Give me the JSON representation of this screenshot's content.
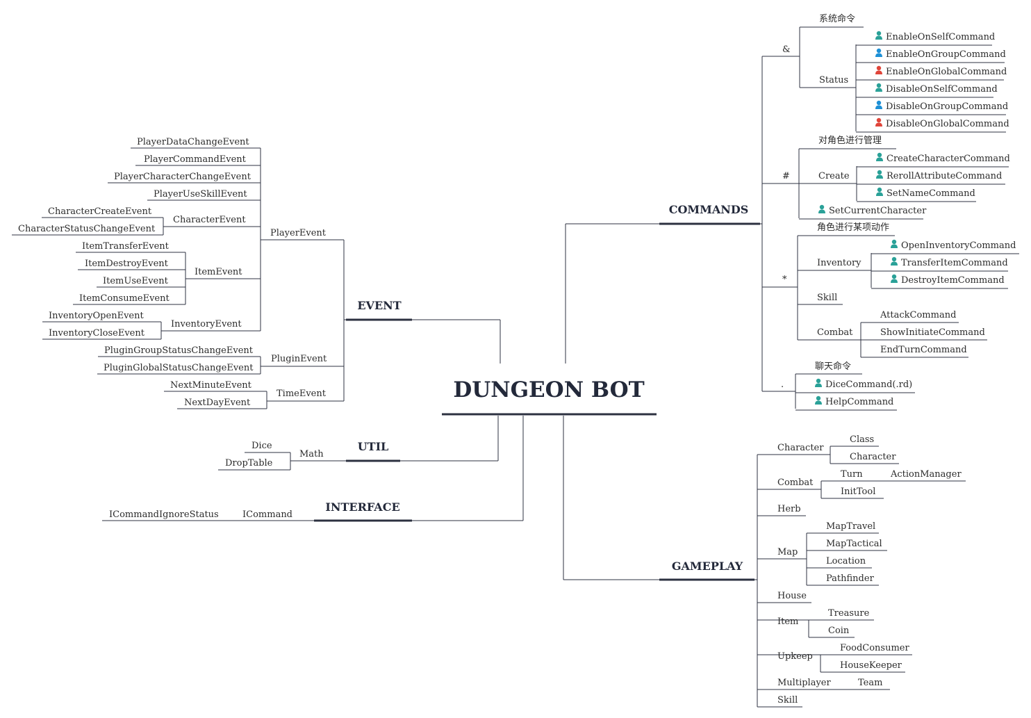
{
  "root": "DUNGEON BOT",
  "colors": {
    "line": "#2c3140",
    "teal": "#2aa198",
    "blue": "#1e90d6",
    "red": "#e0453a"
  },
  "event": {
    "title": "EVENT",
    "player_event": "PlayerEvent",
    "player_children": [
      "PlayerDataChangeEvent",
      "PlayerCommandEvent",
      "PlayerCharacterChangeEvent",
      "PlayerUseSkillEvent"
    ],
    "character_event": "CharacterEvent",
    "character_children": [
      "CharacterCreateEvent",
      "CharacterStatusChangeEvent"
    ],
    "item_event": "ItemEvent",
    "item_children": [
      "ItemTransferEvent",
      "ItemDestroyEvent",
      "ItemUseEvent",
      "ItemConsumeEvent"
    ],
    "inventory_event": "InventoryEvent",
    "inventory_children": [
      "InventoryOpenEvent",
      "InventoryCloseEvent"
    ],
    "plugin_event": "PluginEvent",
    "plugin_children": [
      "PluginGroupStatusChangeEvent",
      "PluginGlobalStatusChangeEvent"
    ],
    "time_event": "TimeEvent",
    "time_children": [
      "NextMinuteEvent",
      "NextDayEvent"
    ]
  },
  "util": {
    "title": "UTIL",
    "math": "Math",
    "math_children": [
      "Dice",
      "DropTable"
    ]
  },
  "interface": {
    "title": "INTERFACE",
    "icommand": "ICommand",
    "icommand_children": [
      "ICommandIgnoreStatus"
    ]
  },
  "commands": {
    "title": "COMMANDS",
    "amp": {
      "label": "&",
      "note": "系统命令",
      "status": "Status",
      "status_children": [
        {
          "text": "EnableOnSelfCommand",
          "icon": "teal"
        },
        {
          "text": "EnableOnGroupCommand",
          "icon": "blue"
        },
        {
          "text": "EnableOnGlobalCommand",
          "icon": "red"
        },
        {
          "text": "DisableOnSelfCommand",
          "icon": "teal"
        },
        {
          "text": "DisableOnGroupCommand",
          "icon": "blue"
        },
        {
          "text": "DisableOnGlobalCommand",
          "icon": "red"
        }
      ]
    },
    "hash": {
      "label": "#",
      "note": "对角色进行管理",
      "create": "Create",
      "create_children": [
        {
          "text": "CreateCharacterCommand",
          "icon": "teal"
        },
        {
          "text": "RerollAttributeCommand",
          "icon": "teal"
        },
        {
          "text": "SetNameCommand",
          "icon": "teal"
        }
      ],
      "set_current": {
        "text": "SetCurrentCharacter",
        "icon": "teal"
      }
    },
    "star": {
      "label": "*",
      "note": "角色进行某项动作",
      "inventory": "Inventory",
      "inventory_children": [
        {
          "text": "OpenInventoryCommand",
          "icon": "teal"
        },
        {
          "text": "TransferItemCommand",
          "icon": "teal"
        },
        {
          "text": "DestroyItemCommand",
          "icon": "teal"
        }
      ],
      "skill": "Skill",
      "combat": "Combat",
      "combat_children": [
        "AttackCommand",
        "ShowInitiateCommand",
        "EndTurnCommand"
      ]
    },
    "dot": {
      "label": ".",
      "note": "聊天命令",
      "children": [
        {
          "text": "DiceCommand(.rd)",
          "icon": "teal"
        },
        {
          "text": "HelpCommand",
          "icon": "teal"
        }
      ]
    }
  },
  "gameplay": {
    "title": "GAMEPLAY",
    "character": "Character",
    "character_children": [
      "Class",
      "Character"
    ],
    "combat": "Combat",
    "turn": "Turn",
    "turn_child": "ActionManager",
    "init_tool": "InitTool",
    "herb": "Herb",
    "map": "Map",
    "map_children": [
      "MapTravel",
      "MapTactical",
      "Location",
      "Pathfinder"
    ],
    "house": "House",
    "item": "Item",
    "item_children": [
      "Treasure",
      "Coin"
    ],
    "upkeep": "Upkeep",
    "upkeep_children": [
      "FoodConsumer",
      "HouseKeeper"
    ],
    "multiplayer": "Multiplayer",
    "multiplayer_child": "Team",
    "skill": "Skill"
  }
}
